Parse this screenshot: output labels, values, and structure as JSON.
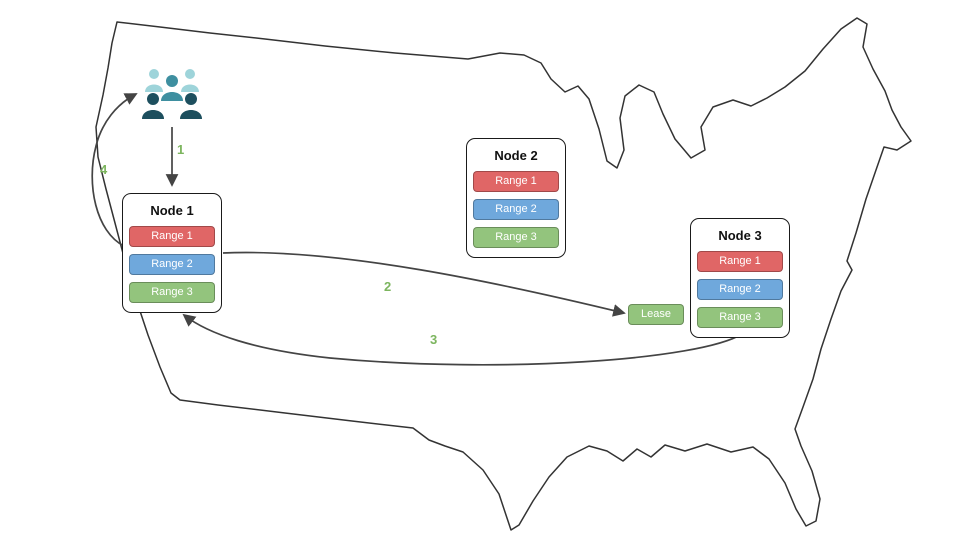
{
  "nodes": [
    {
      "title": "Node 1",
      "ranges": [
        {
          "label": "Range 1",
          "color": "#e06666"
        },
        {
          "label": "Range 2",
          "color": "#6fa8dc"
        },
        {
          "label": "Range 3",
          "color": "#93c47d"
        }
      ]
    },
    {
      "title": "Node 2",
      "ranges": [
        {
          "label": "Range 1",
          "color": "#e06666"
        },
        {
          "label": "Range 2",
          "color": "#6fa8dc"
        },
        {
          "label": "Range 3",
          "color": "#93c47d"
        }
      ]
    },
    {
      "title": "Node 3",
      "ranges": [
        {
          "label": "Range 1",
          "color": "#e06666"
        },
        {
          "label": "Range 2",
          "color": "#6fa8dc"
        },
        {
          "label": "Range 3",
          "color": "#93c47d"
        }
      ]
    }
  ],
  "lease": {
    "label": "Lease",
    "color": "#93c47d"
  },
  "steps": [
    {
      "label": "1"
    },
    {
      "label": "2"
    },
    {
      "label": "3"
    },
    {
      "label": "4"
    }
  ],
  "icons": {
    "map": "us-map-outline",
    "users": "users-group-icon"
  },
  "colors": {
    "arrow": "#444444",
    "map_outline": "#333333",
    "step_label": "#7cb55e",
    "node_border": "#1a1a1a",
    "users_light": "#9ed4da",
    "users_mid": "#3e8fa0",
    "users_dark": "#1d4f5e"
  }
}
